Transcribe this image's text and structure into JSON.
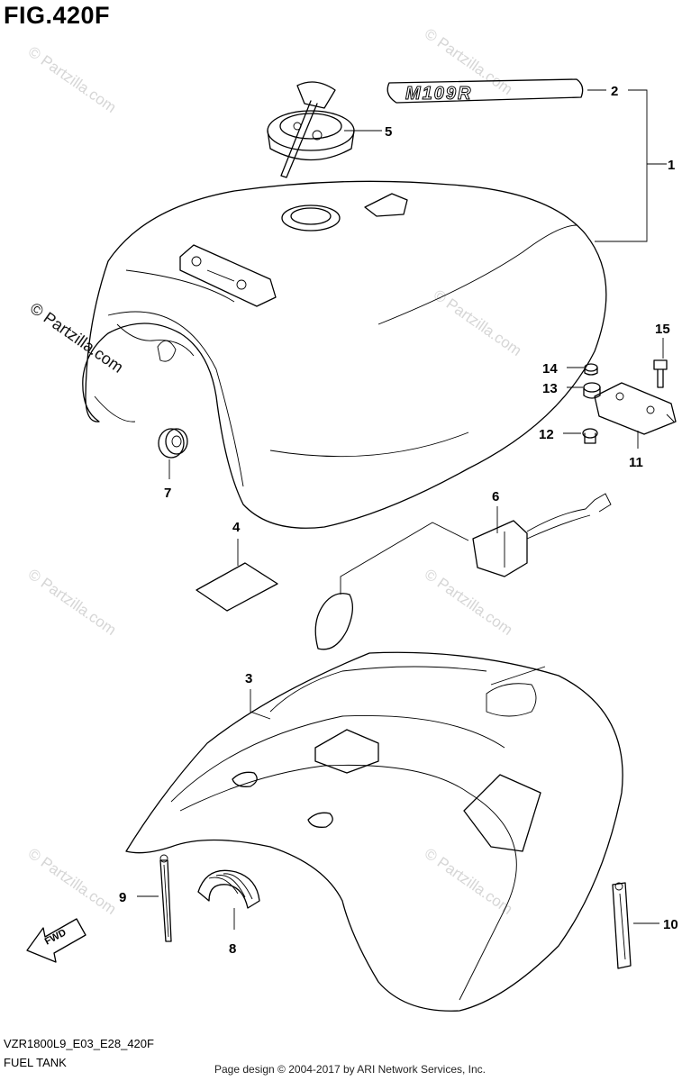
{
  "figure": {
    "title": "FIG.420F"
  },
  "emblem_text": "M109R",
  "fwd_arrow_text": "FWD",
  "watermark_text": "© Partzilla.com",
  "callouts": [
    "1",
    "2",
    "3",
    "4",
    "5",
    "6",
    "7",
    "8",
    "9",
    "10",
    "11",
    "12",
    "13",
    "14",
    "15"
  ],
  "footer": {
    "code": "VZR1800L9_E03_E28_420F",
    "name": "FUEL TANK",
    "copyright": "Page design © 2004-2017 by ARI Network Services, Inc."
  }
}
